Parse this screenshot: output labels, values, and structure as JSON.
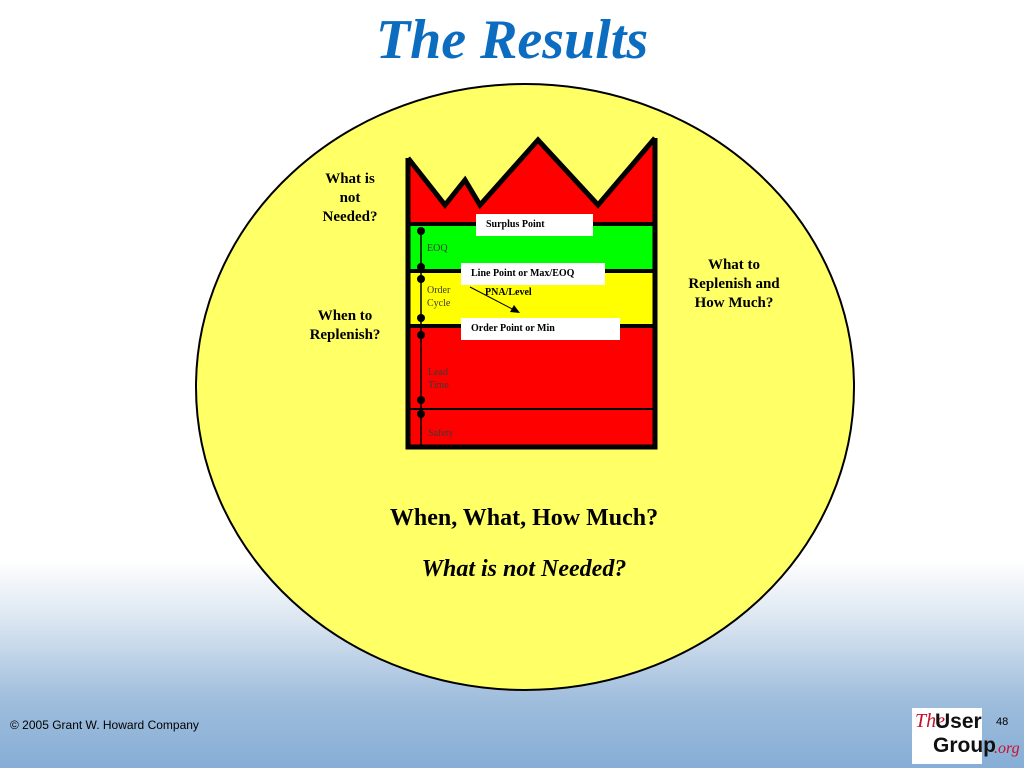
{
  "slide": {
    "title": "The Results",
    "footer": "©  2005 Grant W. Howard Company",
    "page_number": "48"
  },
  "labels": {
    "what_not_needed": "What is\nnot\nNeeded?",
    "when_replenish": "When to\nReplenish?",
    "what_replenish": "What to\nReplenish and\nHow Much?"
  },
  "boxes": {
    "surplus": "Surplus Point",
    "line_point": "Line Point or Max/EOQ",
    "order_point": "Order Point or Min"
  },
  "zones": {
    "eoq": "EOQ",
    "order_cycle": "Order\nCycle",
    "pna": "PNA/Level",
    "lead_time": "Lead\nTime",
    "safety": "Safety"
  },
  "questions": {
    "primary": "When, What, How Much?",
    "secondary": "What is not Needed?"
  },
  "logo": {
    "the": "The",
    "user": "User",
    "group": "Group",
    "org": ".org"
  },
  "colors": {
    "title": "#0b6cc0",
    "circle": "#ffff66",
    "red": "#ff0000",
    "green": "#00ff00",
    "yellow": "#ffff00"
  }
}
